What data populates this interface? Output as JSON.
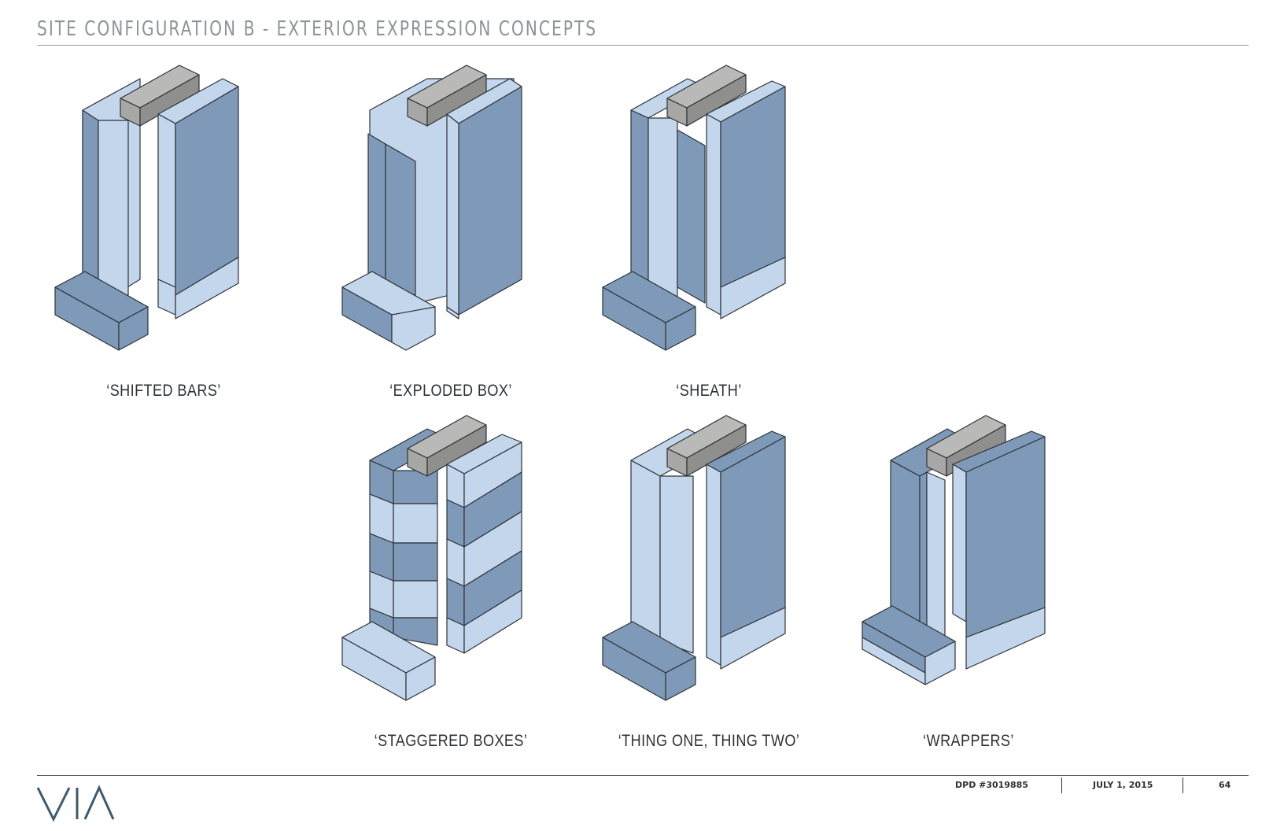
{
  "page": {
    "title": "SITE CONFIGURATION B - EXTERIOR EXPRESSION CONCEPTS"
  },
  "concepts": [
    {
      "label": "‘SHIFTED BARS’"
    },
    {
      "label": "‘EXPLODED BOX’"
    },
    {
      "label": "‘SHEATH’"
    },
    {
      "label": "‘STAGGERED BOXES’"
    },
    {
      "label": "‘THING ONE, THING TWO’"
    },
    {
      "label": "‘WRAPPERS’"
    }
  ],
  "footer": {
    "logo_text": "VIA",
    "dpd_number": "DPD #3019885",
    "date": "JULY 1, 2015",
    "page_number": "64"
  },
  "colors": {
    "dark_panel": "#7f9ab8",
    "light_panel": "#c3d6ec",
    "core": "#a7a7a5",
    "line": "#2e3338",
    "logo": "#3f5a6e"
  }
}
